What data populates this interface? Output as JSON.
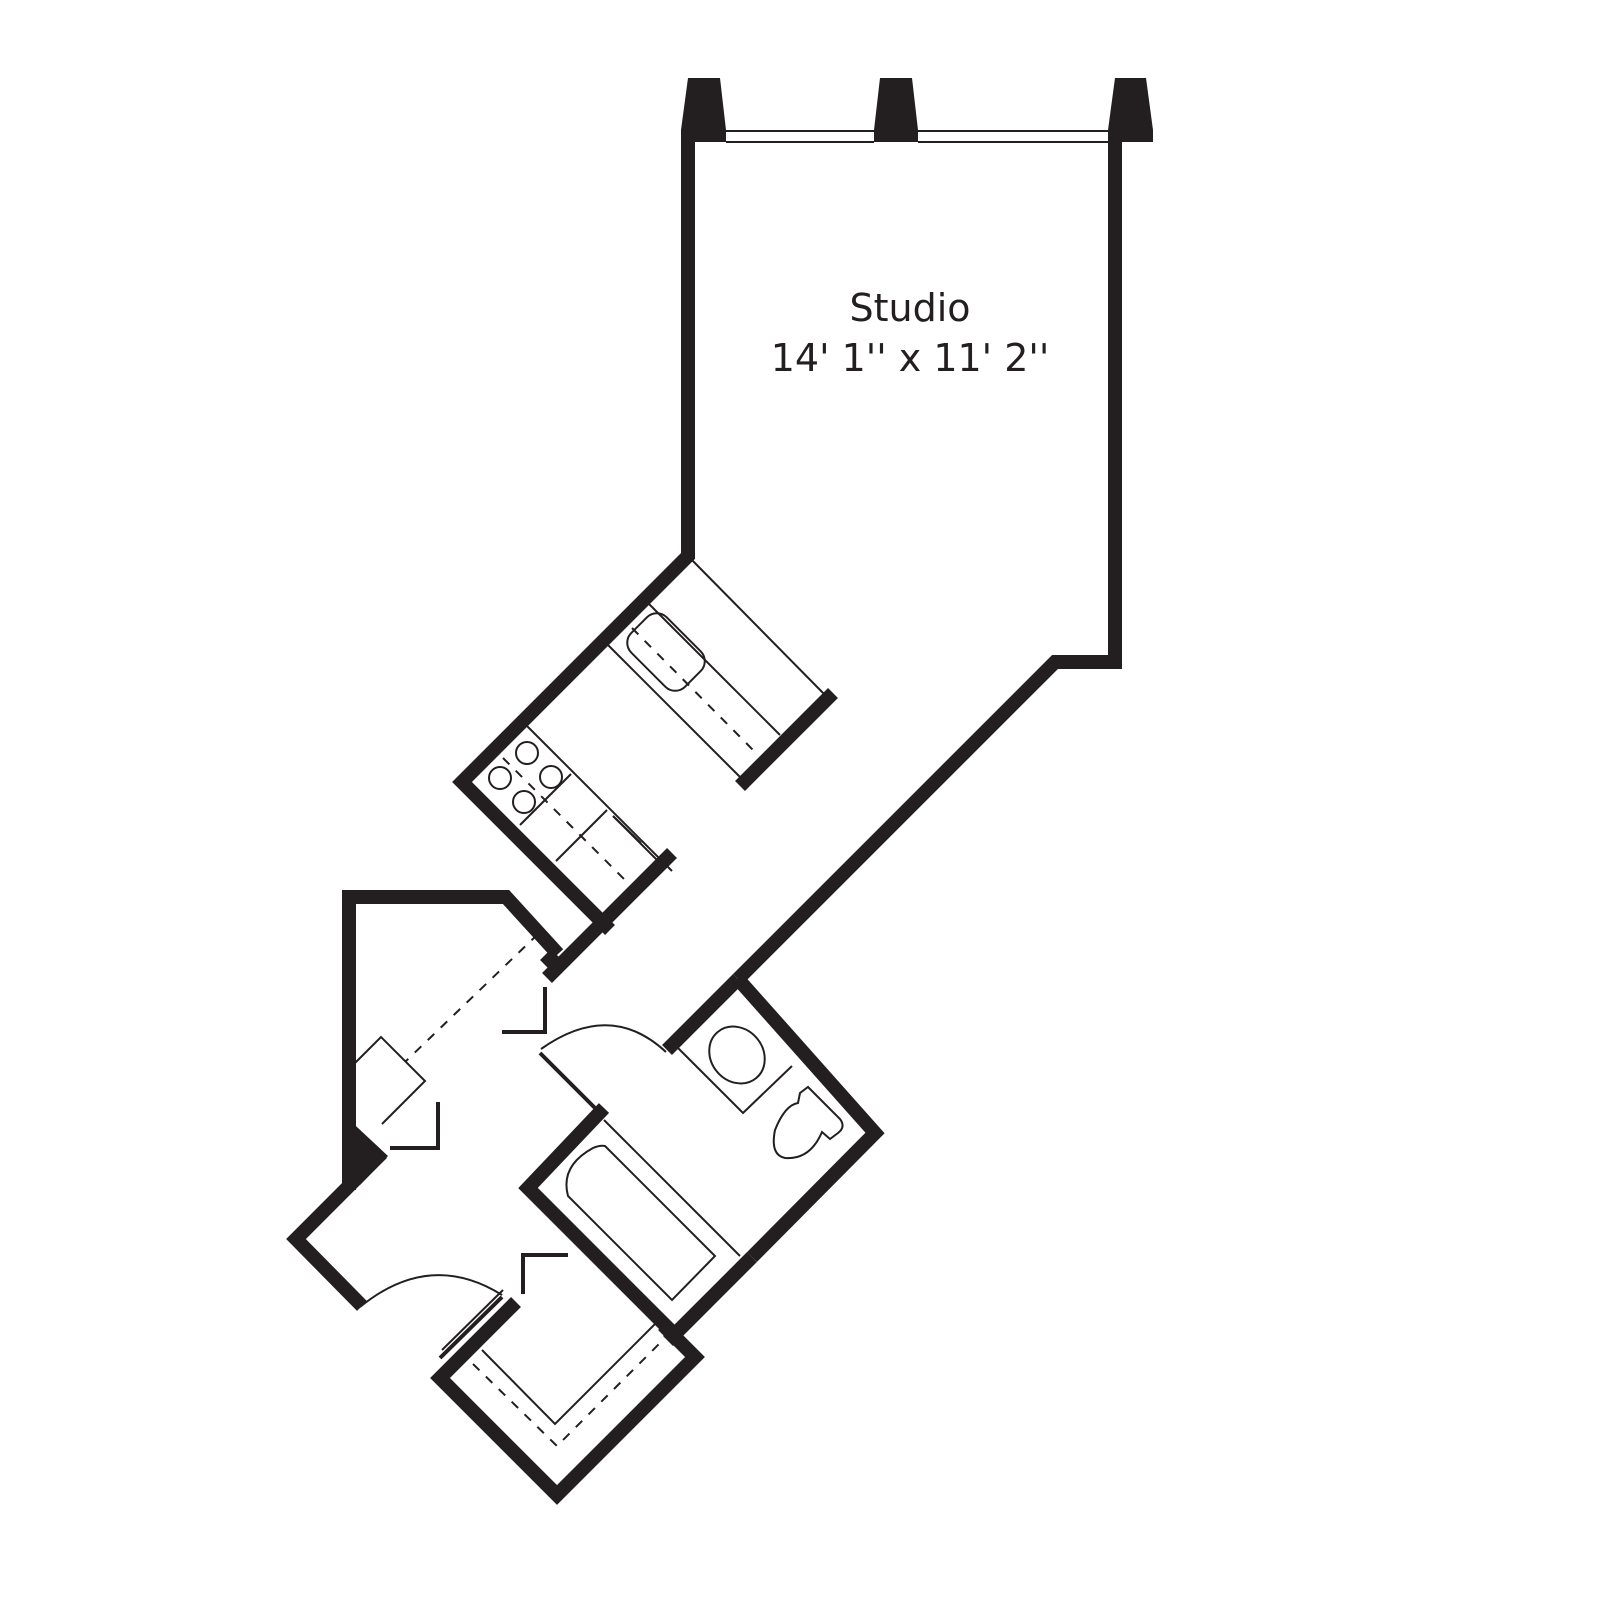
{
  "plan": {
    "type": "floor-plan",
    "rooms": [
      {
        "name": "Studio",
        "dimensions": "14' 1'' x 11' 2''"
      }
    ],
    "fixtures": [
      "kitchen-sink",
      "stove-4-burner",
      "kitchen-counter",
      "bathroom-sink",
      "toilet",
      "bathtub",
      "closet",
      "entry-door",
      "bathroom-door",
      "windows"
    ],
    "colors": {
      "wall": "#231f20",
      "background": "#ffffff"
    }
  }
}
